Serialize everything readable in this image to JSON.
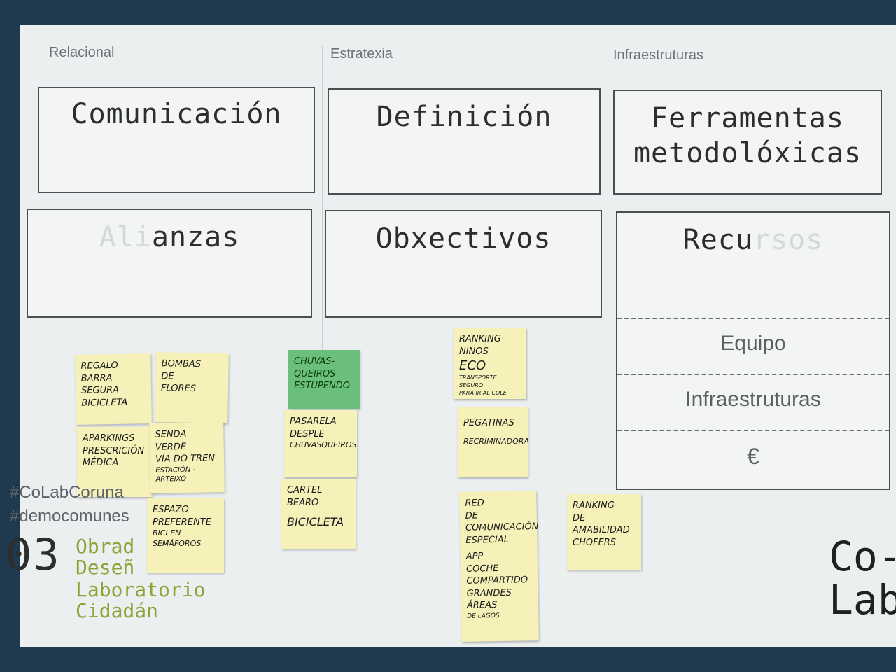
{
  "columns": {
    "left": "Relacional",
    "middle": "Estratexia",
    "right": "Infraestruturas"
  },
  "boxes": {
    "comunicacion": "Comunicación",
    "definicion": "Definición",
    "ferramentas_1": "Ferramentas",
    "ferramentas_2": "metodolóxicas",
    "alianzas_faded": "Ali",
    "alianzas_main": "anzas",
    "obxectivos": "Obxectivos",
    "recursos_main": "Recu",
    "recursos_faded": "rsos"
  },
  "resources": {
    "equipo": "Equipo",
    "infraestruturas": "Infraestruturas",
    "euro": "€"
  },
  "notes": {
    "n1": [
      "REGALO",
      "BARRA SEGURA",
      "BICICLETA"
    ],
    "n2": [
      "BOMBAS",
      "de",
      "FLORES"
    ],
    "n3": [
      "APARKINGS",
      "PRESCRICIÓN",
      "MÉDICA"
    ],
    "n4": [
      "SENDA",
      "VERDE",
      "VÍA DO TREN",
      "ESTACIÓN - ARTEIXO"
    ],
    "n5": [
      "ESPAZO",
      "PREFERENTE",
      "BICI EN SEMÁFOROS"
    ],
    "n6": [
      "CHUVAS-",
      "QUEIROS",
      "ESTUPENDO"
    ],
    "n7": [
      "PASARELA",
      "DESPLE",
      "CHUVASQUEIROS"
    ],
    "n8": [
      "CARTEL",
      "BEARO",
      "BICICLETA"
    ],
    "n9": [
      "RANKING",
      "NIÑOS",
      "ECO",
      "TRANSPORTE SEGURO",
      "PARA IR AL COLE"
    ],
    "n10": [
      "PEGATINAS",
      "RECRIMINADORA"
    ],
    "n11": [
      "RED",
      "DE",
      "COMUNICACIÓN",
      "ESPECIAL",
      "APP",
      "COCHE",
      "COMPARTIDO",
      "GRANDES ÁREAS",
      "DE LAGOS"
    ],
    "n12": [
      "RANKING",
      "de",
      "AMABILIDAD",
      "CHOFERS"
    ]
  },
  "footer": {
    "hashtag1": "#CoLabCoruna",
    "hashtag2": "#democomunes",
    "number": "03",
    "lines": [
      "Obrad",
      "Deseñ",
      "Laboratorio",
      "Cidadán"
    ],
    "logo_1": "Co-",
    "logo_2": "Lab"
  },
  "colors": {
    "board": "#eceff0",
    "note_yellow": "#f5f1b8",
    "note_green": "#6ac07a",
    "brand_green": "#8fa236"
  }
}
